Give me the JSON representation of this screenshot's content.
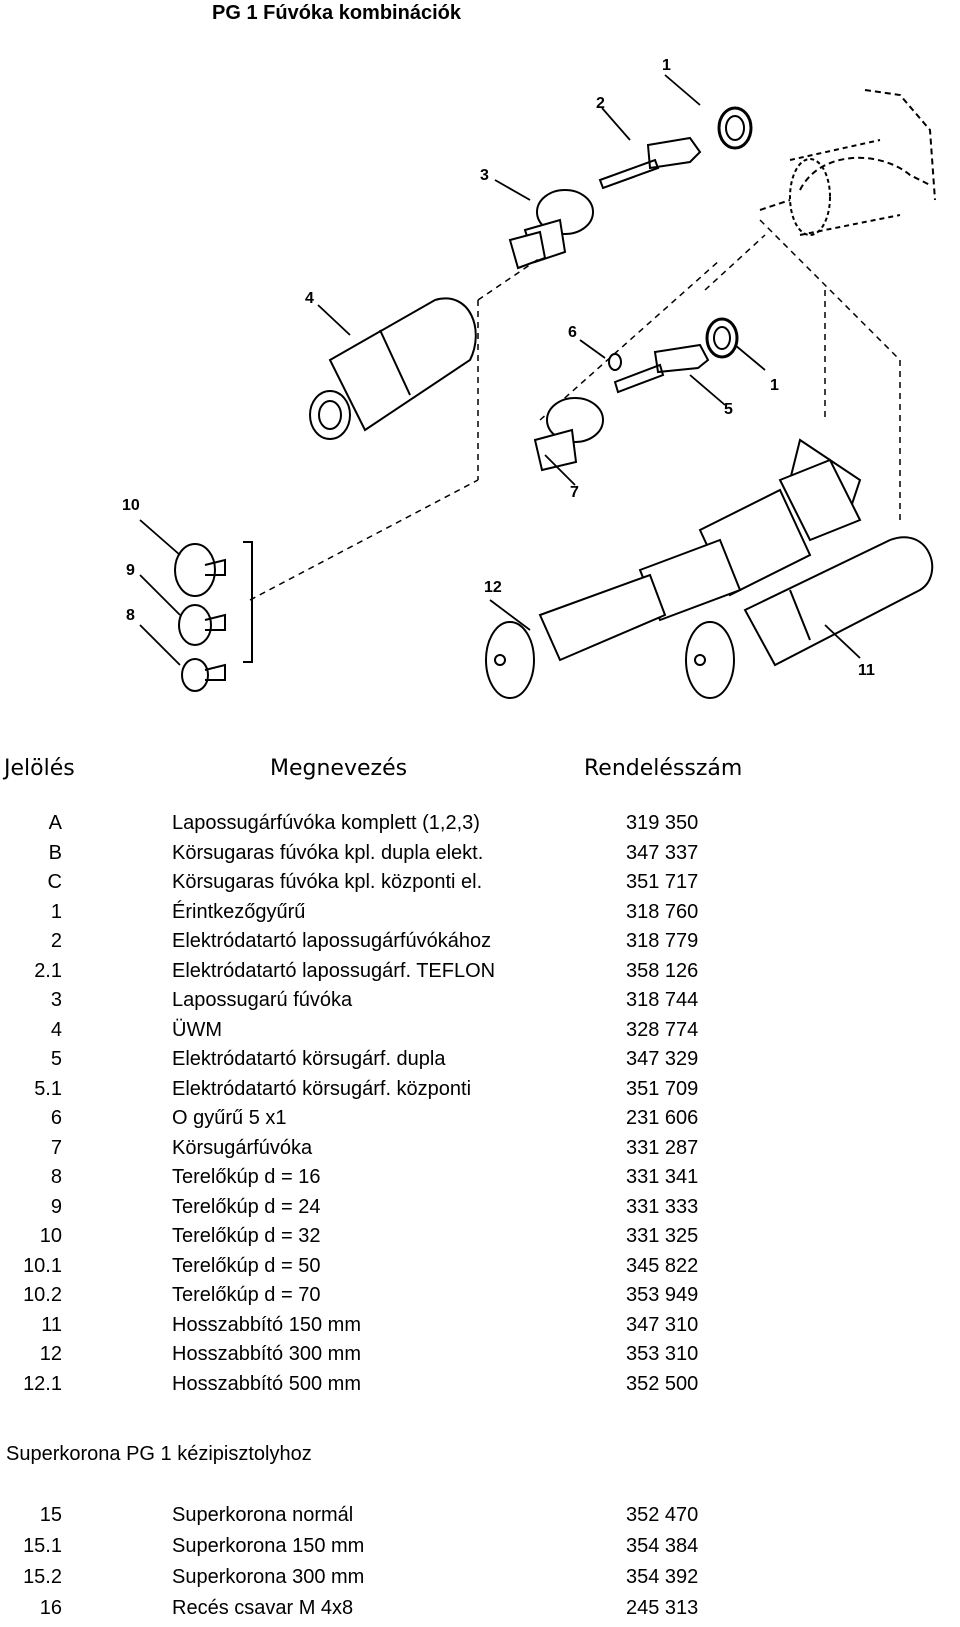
{
  "title": "PG 1 Fúvóka kombinációk",
  "callouts": [
    "1",
    "2",
    "3",
    "4",
    "6",
    "1",
    "5",
    "7",
    "10",
    "9",
    "8",
    "12",
    "11"
  ],
  "headers": {
    "col1": "Jelölés",
    "col2": "Megnevezés",
    "col3": "Rendelésszám"
  },
  "rows": [
    {
      "id": "A",
      "name": "Lapossugárfúvóka komplett (1,2,3)",
      "order": "319 350"
    },
    {
      "id": "B",
      "name": "Körsugaras fúvóka kpl. dupla elekt.",
      "order": "347 337"
    },
    {
      "id": "C",
      "name": "Körsugaras fúvóka kpl. központi el.",
      "order": "351 717"
    },
    {
      "id": "1",
      "name": "Érintkezőgyűrű",
      "order": "318 760"
    },
    {
      "id": "2",
      "name": "Elektródatartó lapossugárfúvókához",
      "order": "318 779"
    },
    {
      "id": "2.1",
      "name": "Elektródatartó lapossugárf. TEFLON",
      "order": "358 126"
    },
    {
      "id": "3",
      "name": "Lapossugarú fúvóka",
      "order": "318 744"
    },
    {
      "id": "4",
      "name": "ÜWM",
      "order": "328 774"
    },
    {
      "id": "5",
      "name": "Elektródatartó körsugárf. dupla",
      "order": "347 329"
    },
    {
      "id": "5.1",
      "name": "Elektródatartó körsugárf. központi",
      "order": "351 709"
    },
    {
      "id": "6",
      "name": "O gyűrű 5 x1",
      "order": "231 606"
    },
    {
      "id": "7",
      "name": "Körsugárfúvóka",
      "order": "331 287"
    },
    {
      "id": "8",
      "name": "Terelőkúp d = 16",
      "order": "331 341"
    },
    {
      "id": "9",
      "name": "Terelőkúp d = 24",
      "order": "331 333"
    },
    {
      "id": "10",
      "name": "Terelőkúp d = 32",
      "order": "331 325"
    },
    {
      "id": "10.1",
      "name": "Terelőkúp d = 50",
      "order": "345 822"
    },
    {
      "id": "10.2",
      "name": "Terelőkúp d = 70",
      "order": "353 949"
    },
    {
      "id": "11",
      "name": "Hosszabbító 150 mm",
      "order": "347 310"
    },
    {
      "id": "12",
      "name": "Hosszabbító 300 mm",
      "order": "353 310"
    },
    {
      "id": "12.1",
      "name": "Hosszabbító 500 mm",
      "order": "352 500"
    }
  ],
  "section_title": "Superkorona PG 1 kézipisztolyhoz",
  "section_rows": [
    {
      "id": "15",
      "name": "Superkorona normál",
      "order": "352 470"
    },
    {
      "id": "15.1",
      "name": "Superkorona 150 mm",
      "order": "354 384"
    },
    {
      "id": "15.2",
      "name": "Superkorona 300 mm",
      "order": "354 392"
    },
    {
      "id": "16",
      "name": "Recés csavar M 4x8",
      "order": "245 313"
    }
  ]
}
